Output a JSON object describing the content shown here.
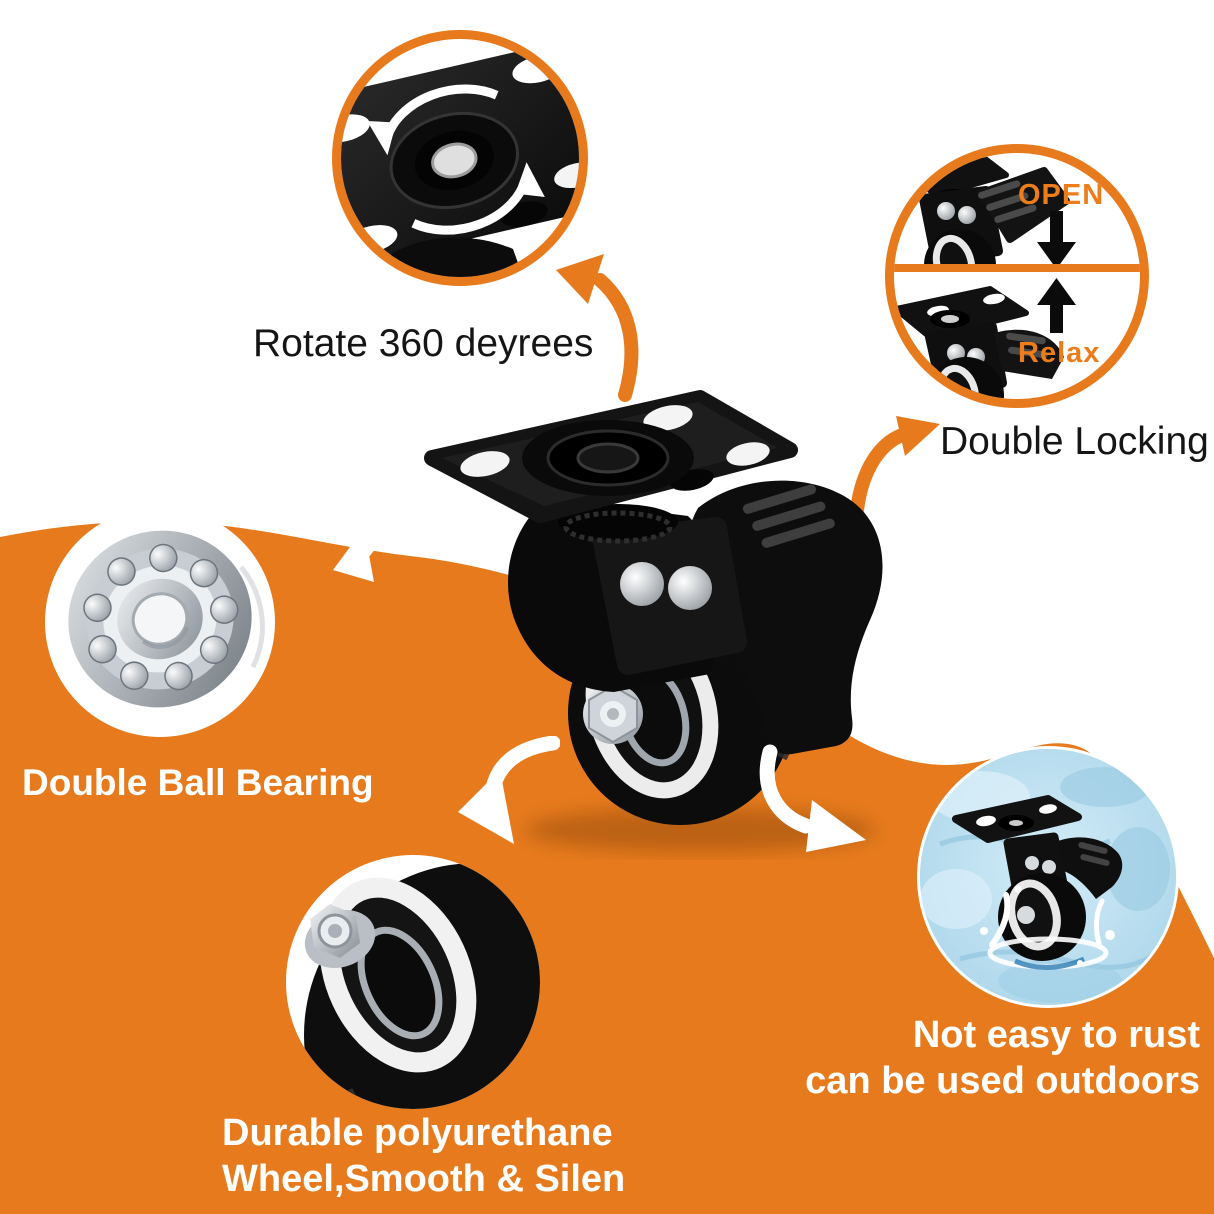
{
  "colors": {
    "accent_orange": "#E67A1D",
    "text_black": "#151515",
    "text_white": "#FFFFFF",
    "water_blue": "#BBDFF0",
    "product_black": "#0D0D0D"
  },
  "callouts": {
    "rotate360": {
      "label": "Rotate 360 deyrees"
    },
    "double_locking": {
      "label": "Double Locking",
      "open_label": "OPEN",
      "relax_label": "Relax"
    },
    "ball_bearing": {
      "label": "Double Ball Bearing"
    },
    "polyurethane_wheel": {
      "line1": "Durable polyurethane",
      "line2": "Wheel,Smooth & Silen"
    },
    "rust_proof": {
      "line1": "Not easy to rust",
      "line2": "can be used outdoors"
    }
  }
}
